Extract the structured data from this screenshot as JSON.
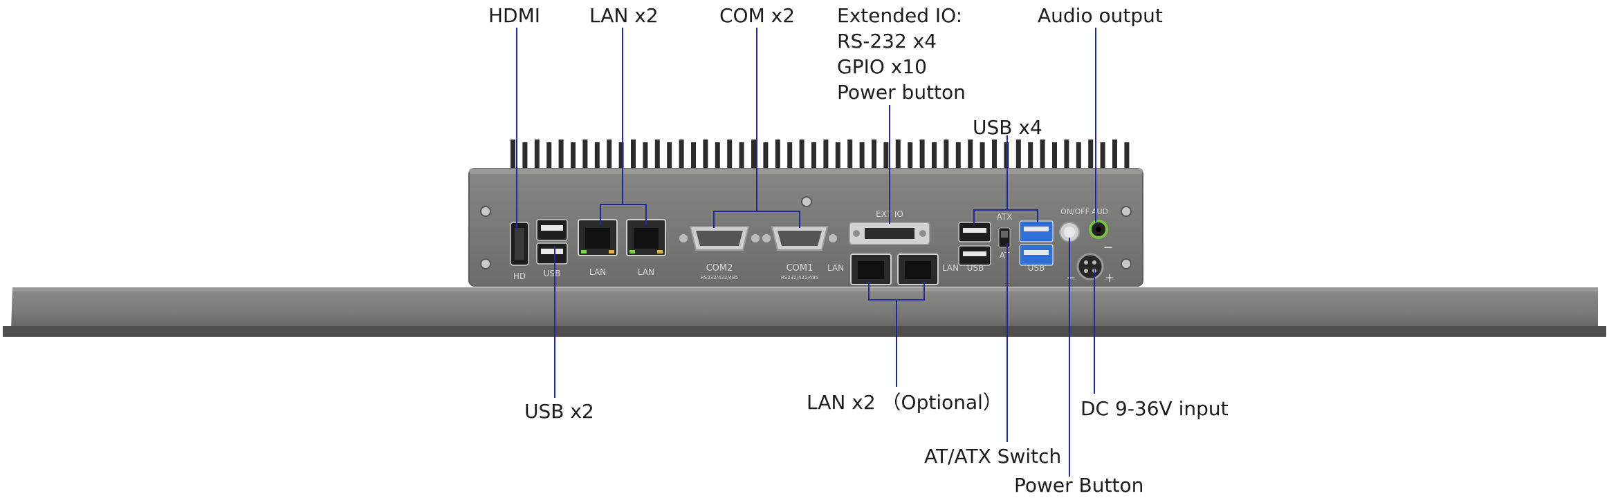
{
  "callouts": {
    "hdmi": "HDMI",
    "lan_top": "LAN x2",
    "com": "COM x2",
    "ext_io": [
      "Extended IO:",
      "RS-232 x4",
      "GPIO x10",
      "Power button"
    ],
    "audio": "Audio output",
    "usb4": "USB x4",
    "usb2": "USB x2",
    "lan_opt": "LAN x2 （Optional）",
    "dc": "DC 9-36V input",
    "atatx": "AT/ATX Switch",
    "power_btn": "Power Button"
  },
  "panel_labels": {
    "hd": "HD",
    "usb_a": "USB",
    "lan_1": "LAN",
    "lan_2": "LAN",
    "com2": "COM2",
    "com2_sub": "RS232/422/485",
    "com1": "COM1",
    "com1_sub": "RS232/422/485",
    "lan_side_1": "LAN",
    "lan_side_2": "LAN",
    "usb_b": "USB",
    "usb_c": "USB",
    "ext_io": "EXT IO",
    "atx": "ATX",
    "at": "AT",
    "on_off": "ON/OFF",
    "aud": "AUD",
    "minus": "−",
    "minus2": "−",
    "plus": "+"
  },
  "colors": {
    "leader_line": "#1f2a9a",
    "chassis": "#6e6e6c",
    "panel": "#7d7d7a",
    "usb_blue": "#2f6fd6"
  }
}
